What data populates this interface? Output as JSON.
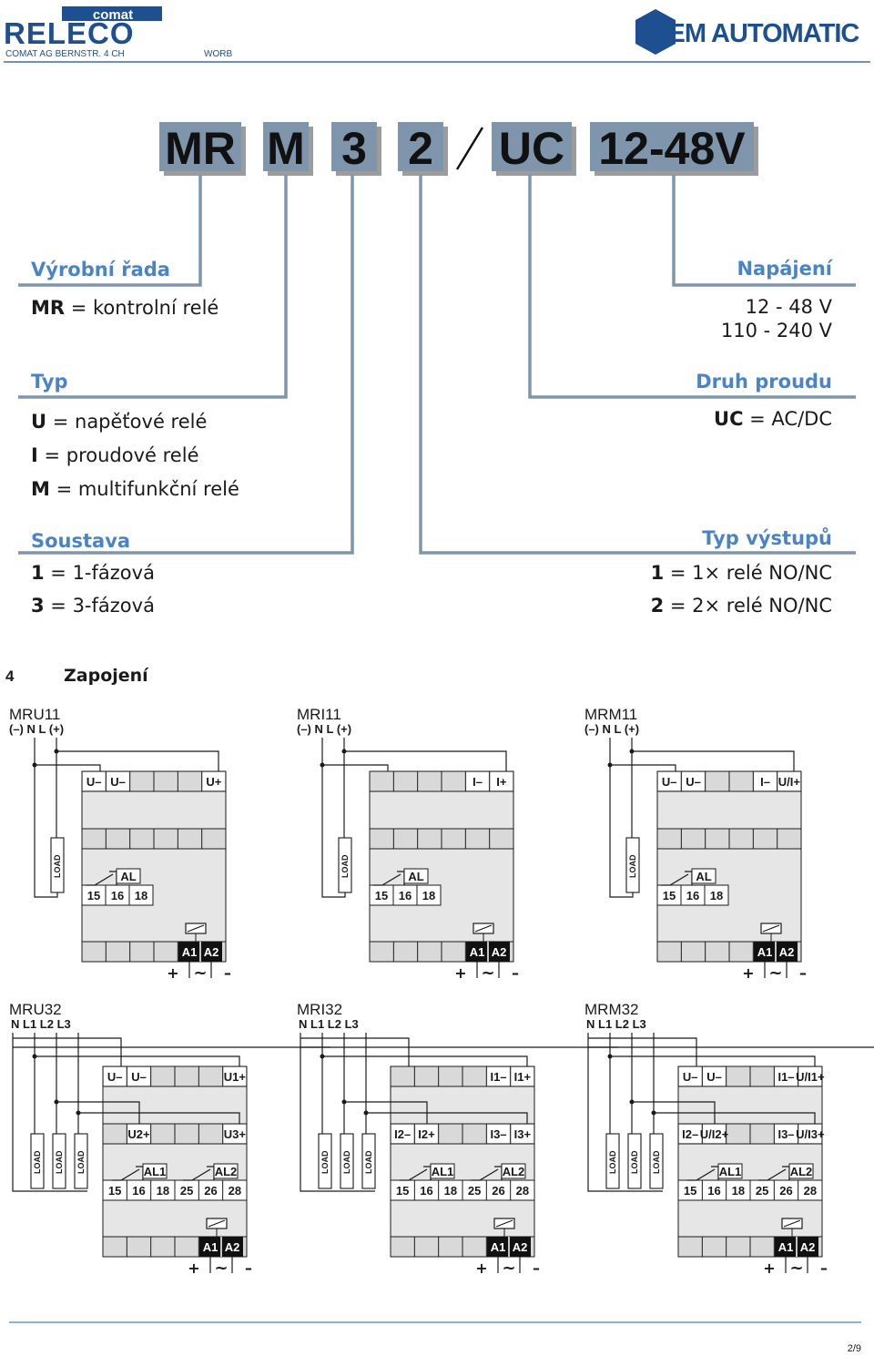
{
  "header": {
    "brand_top": "comat",
    "brand_main": "RELECO",
    "address": "COMAT AG   BERNSTR. 4   CH",
    "address_right": "WORB",
    "oem_logo": "OEM AUTOMATIC",
    "colors": {
      "brand_blue": "#1d4f91",
      "label_blue": "#4a84c4",
      "box_gray": "#7f95ac"
    }
  },
  "code": {
    "parts": [
      "MR",
      "M",
      "3",
      "2",
      "UC",
      "12-48V"
    ],
    "separator": "/"
  },
  "legend": {
    "left": [
      {
        "title": "Výrobní řada",
        "rows": [
          {
            "key": "MR",
            "text": " = kontrolní relé"
          }
        ]
      },
      {
        "title": "Typ",
        "rows": [
          {
            "key": "U",
            "text": " = napěťové relé"
          },
          {
            "key": "I",
            "text": " = proudové relé"
          },
          {
            "key": "M",
            "text": " = multifunkční relé"
          }
        ]
      },
      {
        "title": "Soustava",
        "rows": [
          {
            "key": "1",
            "text": " = 1-fázová"
          },
          {
            "key": "3",
            "text": " = 3-fázová"
          }
        ]
      }
    ],
    "right": [
      {
        "title": "Napájení",
        "rows": [
          {
            "key": "",
            "text": "12 - 48 V"
          },
          {
            "key": "",
            "text": "110 - 240 V"
          }
        ]
      },
      {
        "title": "Druh proudu",
        "rows": [
          {
            "key": "UC",
            "text": " = AC/DC"
          }
        ]
      },
      {
        "title": "Typ výstupů",
        "rows": [
          {
            "key": "1",
            "text": " = 1× relé NO/NC"
          },
          {
            "key": "2",
            "text": " = 2× relé NO/NC"
          }
        ]
      }
    ]
  },
  "section": {
    "number": "4",
    "title": "Zapojení"
  },
  "diagrams_single": [
    {
      "name": "MRU11",
      "wires": "(–) N    L (+)",
      "t1": [
        "U–",
        "U–",
        "",
        "",
        "",
        "U+"
      ],
      "rel": "AL",
      "out": [
        "15",
        "16",
        "18"
      ]
    },
    {
      "name": "MRI11",
      "wires": "(–) N    L (+)",
      "t1": [
        "",
        "",
        "",
        "",
        "I–",
        "I+"
      ],
      "rel": "AL",
      "out": [
        "15",
        "16",
        "18"
      ]
    },
    {
      "name": "MRM11",
      "wires": "(–) N   L (+)",
      "t1": [
        "U–",
        "U–",
        "",
        "",
        "I–",
        "U/I+"
      ],
      "rel": "AL",
      "out": [
        "15",
        "16",
        "18"
      ]
    }
  ],
  "diagrams_three": [
    {
      "name": "MRU32",
      "wires": "N   L1   L2   L3",
      "t1": [
        "U–",
        "U–",
        "",
        "",
        "",
        "U1+"
      ],
      "t2": [
        "",
        "U2+",
        "",
        "",
        "",
        "U3+"
      ],
      "rel": [
        "AL1",
        "AL2"
      ],
      "out": [
        "15",
        "16",
        "18",
        "25",
        "26",
        "28"
      ]
    },
    {
      "name": "MRI32",
      "wires": "N   L1   L2   L3",
      "t1": [
        "",
        "",
        "",
        "",
        "I1–",
        "I1+"
      ],
      "t2": [
        "I2–",
        "I2+",
        "",
        "",
        "I3–",
        "I3+"
      ],
      "rel": [
        "AL1",
        "AL2"
      ],
      "out": [
        "15",
        "16",
        "18",
        "25",
        "26",
        "28"
      ]
    },
    {
      "name": "MRM32",
      "wires": "N   L1   L2   L3",
      "t1": [
        "U–",
        "U–",
        "",
        "",
        "I1–",
        "U/I1+"
      ],
      "t2": [
        "I2–",
        "U/I2+",
        "",
        "",
        "I3–",
        "U/I3+"
      ],
      "rel": [
        "AL1",
        "AL2"
      ],
      "out": [
        "15",
        "16",
        "18",
        "25",
        "26",
        "28"
      ]
    }
  ],
  "supply": {
    "a1": "A1",
    "a2": "A2",
    "plus": "+",
    "tilde": "~",
    "minus": "–",
    "load": "LOAD"
  },
  "footer": {
    "page": "2/9"
  }
}
